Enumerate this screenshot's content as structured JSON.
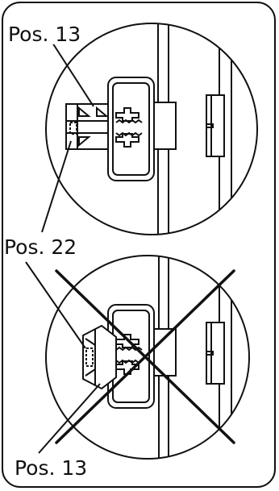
{
  "labels": {
    "top": "Pos. 13",
    "middle": "Pos. 22",
    "bottom": "Pos. 13"
  },
  "colors": {
    "line": "#111111",
    "background": "#ffffff"
  }
}
